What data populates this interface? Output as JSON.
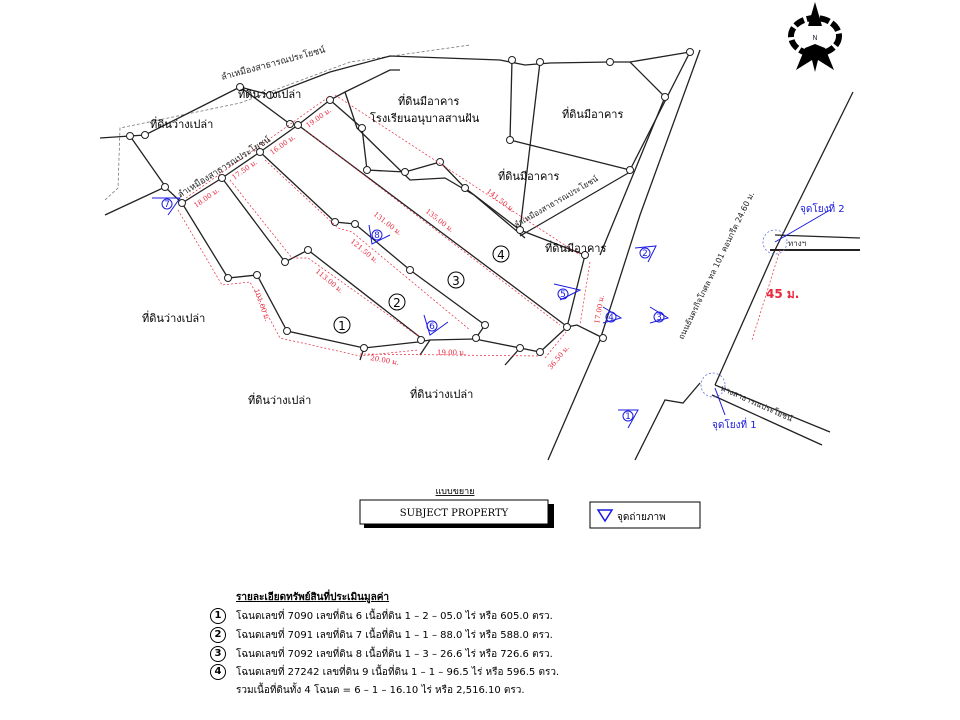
{
  "compass": {
    "label": "N"
  },
  "land_labels": {
    "vacant": "ที่ดินว่างเปล่า",
    "built": "ที่ดินมีอาคาร",
    "school": "โรงเรียนอนุบาลสานฝัน"
  },
  "waterways": {
    "canal": "ลำเหมืองสาธารณประโยชน์"
  },
  "roads": {
    "main_road": "ถนนธันตรกิจโกศล ทล 101 คอนกรีต 24.60 ม.",
    "side_road": "ทางฯ",
    "public_way": "ทางสาธารณประโยชน์"
  },
  "reference_points": {
    "point1": "จุดโยงที่ 1",
    "point2": "จุดโยงที่ 2",
    "distance": "45 ม."
  },
  "parcels": [
    "1",
    "2",
    "3",
    "4"
  ],
  "photo_points": [
    "1",
    "2",
    "3",
    "4",
    "5",
    "6",
    "7",
    "8"
  ],
  "measurements": {
    "m18": "18.00 ม.",
    "m17_5": "17.50 ม.",
    "m16": "16.00 ม.",
    "m19a": "19.00 ม.",
    "m101": "101.00 ม.",
    "m113": "113.00 ม.",
    "m121_5": "121.50 ม.",
    "m131": "131.00 ม.",
    "m135": "135.00 ม.",
    "m141_5": "141.50 ม.",
    "m20": "20.00 ม.",
    "m19b": "19.00 ม.",
    "m36_5": "36.50 ม.",
    "m17": "17.00 ม."
  },
  "legend": {
    "title": "แบบขยาย",
    "subject": "SUBJECT PROPERTY",
    "photo": "จุดถ่ายภาพ"
  },
  "details": {
    "title": "รายละเอียดทรัพย์สินที่ประเมินมูลค่า",
    "rows": [
      {
        "no": "1",
        "text": "โฉนดเลขที่ 7090  เลขที่ดิน 6  เนื้อที่ดิน  1 – 2 – 05.0 ไร่ หรือ 605.0 ตรว."
      },
      {
        "no": "2",
        "text": "โฉนดเลขที่ 7091  เลขที่ดิน 7  เนื้อที่ดิน  1 – 1 – 88.0 ไร่ หรือ 588.0 ตรว."
      },
      {
        "no": "3",
        "text": "โฉนดเลขที่ 7092  เลขที่ดิน 8  เนื้อที่ดิน  1 – 3 – 26.6 ไร่ หรือ 726.6 ตรว."
      },
      {
        "no": "4",
        "text": "โฉนดเลขที่ 27242  เลขที่ดิน 9  เนื้อที่ดิน  1 – 1 – 96.5 ไร่ หรือ 596.5 ตรว."
      }
    ],
    "total": "รวมเนื้อที่ดินทั้ง 4 โฉนด = 6 – 1 – 16.10 ไร่ หรือ 2,516.10 ตรว."
  }
}
